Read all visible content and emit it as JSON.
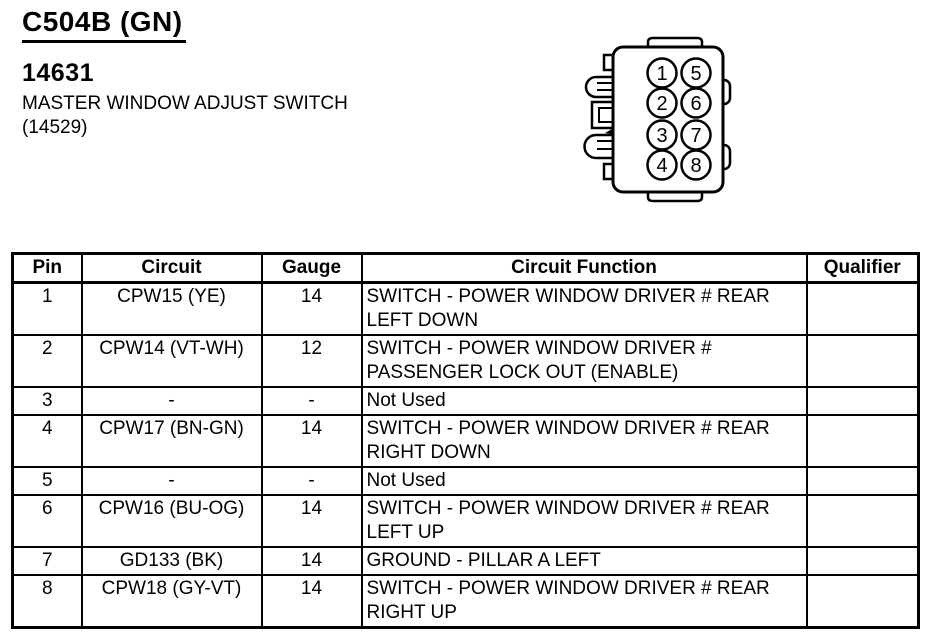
{
  "header": {
    "connector_id": "C504B (GN)",
    "part_number": "14631",
    "part_name": "MASTER WINDOW ADJUST SWITCH",
    "part_reference": "(14529)"
  },
  "connector": {
    "description": "8-cavity connector face view",
    "pins": [
      "1",
      "2",
      "3",
      "4",
      "5",
      "6",
      "7",
      "8"
    ]
  },
  "table": {
    "columns": [
      "Pin",
      "Circuit",
      "Gauge",
      "Circuit Function",
      "Qualifier"
    ],
    "rows": [
      {
        "pin": "1",
        "circuit": "CPW15 (YE)",
        "gauge": "14",
        "function": "SWITCH - POWER WINDOW DRIVER # REAR\nLEFT DOWN",
        "qualifier": ""
      },
      {
        "pin": "2",
        "circuit": "CPW14 (VT-WH)",
        "gauge": "12",
        "function": "SWITCH - POWER WINDOW DRIVER #\nPASSENGER LOCK OUT (ENABLE)",
        "qualifier": ""
      },
      {
        "pin": "3",
        "circuit": "-",
        "gauge": "-",
        "function": "Not Used",
        "qualifier": ""
      },
      {
        "pin": "4",
        "circuit": "CPW17 (BN-GN)",
        "gauge": "14",
        "function": "SWITCH - POWER WINDOW DRIVER # REAR\nRIGHT DOWN",
        "qualifier": ""
      },
      {
        "pin": "5",
        "circuit": "-",
        "gauge": "-",
        "function": "Not Used",
        "qualifier": ""
      },
      {
        "pin": "6",
        "circuit": "CPW16 (BU-OG)",
        "gauge": "14",
        "function": "SWITCH - POWER WINDOW DRIVER # REAR\nLEFT UP",
        "qualifier": ""
      },
      {
        "pin": "7",
        "circuit": "GD133 (BK)",
        "gauge": "14",
        "function": "GROUND - PILLAR A LEFT",
        "qualifier": ""
      },
      {
        "pin": "8",
        "circuit": "CPW18 (GY-VT)",
        "gauge": "14",
        "function": "SWITCH - POWER WINDOW DRIVER # REAR\nRIGHT UP",
        "qualifier": ""
      }
    ]
  },
  "colors": {
    "ink": "#000000",
    "paper": "#ffffff"
  }
}
